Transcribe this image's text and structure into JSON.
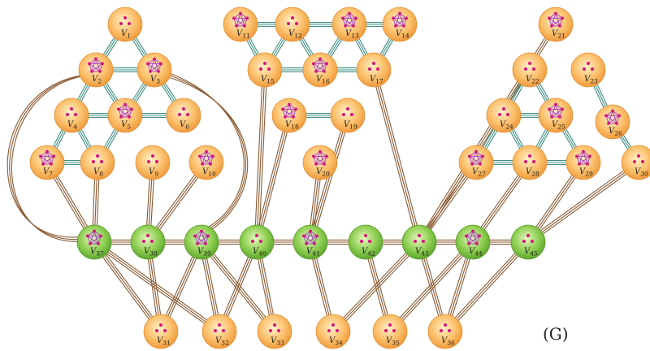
{
  "graph_label": "(G)",
  "vertices": [
    {
      "id": "V1",
      "sub": "1",
      "kind": "orange",
      "inner": "dots"
    },
    {
      "id": "V2",
      "sub": "2",
      "kind": "orange",
      "inner": "penta"
    },
    {
      "id": "V3",
      "sub": "3",
      "kind": "orange",
      "inner": "penta"
    },
    {
      "id": "V4",
      "sub": "4",
      "kind": "orange",
      "inner": "dots"
    },
    {
      "id": "V5",
      "sub": "5",
      "kind": "orange",
      "inner": "penta"
    },
    {
      "id": "V6",
      "sub": "6",
      "kind": "orange",
      "inner": "dots"
    },
    {
      "id": "V7",
      "sub": "7",
      "kind": "orange",
      "inner": "penta"
    },
    {
      "id": "V8",
      "sub": "8",
      "kind": "orange",
      "inner": "dots"
    },
    {
      "id": "V9",
      "sub": "9",
      "kind": "orange",
      "inner": "dots"
    },
    {
      "id": "V10",
      "sub": "10",
      "kind": "orange",
      "inner": "penta"
    },
    {
      "id": "V11",
      "sub": "11",
      "kind": "orange",
      "inner": "penta"
    },
    {
      "id": "V12",
      "sub": "12",
      "kind": "orange",
      "inner": "dots"
    },
    {
      "id": "V13",
      "sub": "13",
      "kind": "orange",
      "inner": "penta"
    },
    {
      "id": "V14",
      "sub": "14",
      "kind": "orange",
      "inner": "penta"
    },
    {
      "id": "V15",
      "sub": "15",
      "kind": "orange",
      "inner": "dots"
    },
    {
      "id": "V16",
      "sub": "16",
      "kind": "orange",
      "inner": "penta"
    },
    {
      "id": "V17",
      "sub": "17",
      "kind": "orange",
      "inner": "dots"
    },
    {
      "id": "V18",
      "sub": "18",
      "kind": "orange",
      "inner": "penta"
    },
    {
      "id": "V19",
      "sub": "19",
      "kind": "orange",
      "inner": "dots"
    },
    {
      "id": "V20",
      "sub": "20",
      "kind": "orange",
      "inner": "penta"
    },
    {
      "id": "V21",
      "sub": "21",
      "kind": "orange",
      "inner": "penta"
    },
    {
      "id": "V22",
      "sub": "22",
      "kind": "orange",
      "inner": "dots"
    },
    {
      "id": "V23",
      "sub": "23",
      "kind": "orange",
      "inner": "dots"
    },
    {
      "id": "V24",
      "sub": "24",
      "kind": "orange",
      "inner": "dots"
    },
    {
      "id": "V25",
      "sub": "25",
      "kind": "orange",
      "inner": "penta"
    },
    {
      "id": "V26",
      "sub": "26",
      "kind": "orange",
      "inner": "penta"
    },
    {
      "id": "V27",
      "sub": "27",
      "kind": "orange",
      "inner": "penta"
    },
    {
      "id": "V28",
      "sub": "28",
      "kind": "orange",
      "inner": "dots"
    },
    {
      "id": "V29",
      "sub": "29",
      "kind": "orange",
      "inner": "penta"
    },
    {
      "id": "V30",
      "sub": "30",
      "kind": "orange",
      "inner": "dots"
    },
    {
      "id": "V31",
      "sub": "31",
      "kind": "orange",
      "inner": "dots"
    },
    {
      "id": "V32",
      "sub": "32",
      "kind": "orange",
      "inner": "dots"
    },
    {
      "id": "V33",
      "sub": "33",
      "kind": "orange",
      "inner": "dots"
    },
    {
      "id": "V34",
      "sub": "34",
      "kind": "orange",
      "inner": "dots"
    },
    {
      "id": "V35",
      "sub": "35",
      "kind": "orange",
      "inner": "dots"
    },
    {
      "id": "V36",
      "sub": "36",
      "kind": "orange",
      "inner": "dots"
    },
    {
      "id": "V37",
      "sub": "37",
      "kind": "green",
      "inner": "penta"
    },
    {
      "id": "V38",
      "sub": "38",
      "kind": "green",
      "inner": "dots"
    },
    {
      "id": "V39",
      "sub": "39",
      "kind": "green",
      "inner": "penta"
    },
    {
      "id": "V40",
      "sub": "40",
      "kind": "green",
      "inner": "dots"
    },
    {
      "id": "V41",
      "sub": "41",
      "kind": "green",
      "inner": "penta"
    },
    {
      "id": "V42",
      "sub": "42",
      "kind": "green",
      "inner": "dots"
    },
    {
      "id": "V43",
      "sub": "43",
      "kind": "green",
      "inner": "dots"
    },
    {
      "id": "V44",
      "sub": "44",
      "kind": "green",
      "inner": "penta"
    },
    {
      "id": "V45",
      "sub": "45",
      "kind": "green",
      "inner": "dots"
    }
  ],
  "teal_edges": [
    [
      "V1",
      "V2"
    ],
    [
      "V1",
      "V3"
    ],
    [
      "V2",
      "V3"
    ],
    [
      "V2",
      "V4"
    ],
    [
      "V2",
      "V5"
    ],
    [
      "V3",
      "V5"
    ],
    [
      "V3",
      "V6"
    ],
    [
      "V4",
      "V5"
    ],
    [
      "V5",
      "V6"
    ],
    [
      "V4",
      "V7"
    ],
    [
      "V4",
      "V8"
    ],
    [
      "V5",
      "V8"
    ],
    [
      "V7",
      "V8"
    ],
    [
      "V11",
      "V12"
    ],
    [
      "V12",
      "V13"
    ],
    [
      "V13",
      "V14"
    ],
    [
      "V11",
      "V15"
    ],
    [
      "V12",
      "V15"
    ],
    [
      "V12",
      "V16"
    ],
    [
      "V13",
      "V16"
    ],
    [
      "V13",
      "V17"
    ],
    [
      "V14",
      "V17"
    ],
    [
      "V15",
      "V16"
    ],
    [
      "V16",
      "V17"
    ],
    [
      "V18",
      "V19"
    ],
    [
      "V22",
      "V24"
    ],
    [
      "V22",
      "V25"
    ],
    [
      "V24",
      "V25"
    ],
    [
      "V24",
      "V27"
    ],
    [
      "V24",
      "V28"
    ],
    [
      "V25",
      "V28"
    ],
    [
      "V25",
      "V29"
    ],
    [
      "V27",
      "V28"
    ],
    [
      "V28",
      "V29"
    ],
    [
      "V23",
      "V26"
    ],
    [
      "V26",
      "V30"
    ]
  ],
  "brown_edges": [
    [
      "V37",
      "V38"
    ],
    [
      "V38",
      "V39"
    ],
    [
      "V39",
      "V40"
    ],
    [
      "V40",
      "V41"
    ],
    [
      "V41",
      "V42"
    ],
    [
      "V42",
      "V43"
    ],
    [
      "V43",
      "V44"
    ],
    [
      "V44",
      "V45"
    ],
    [
      "V7",
      "V37"
    ],
    [
      "V8",
      "V37"
    ],
    [
      "V9",
      "V38"
    ],
    [
      "V10",
      "V38"
    ],
    [
      "V15",
      "V40"
    ],
    [
      "V18",
      "V40"
    ],
    [
      "V20",
      "V41"
    ],
    [
      "V19",
      "V41"
    ],
    [
      "V17",
      "V43"
    ],
    [
      "V21",
      "V43"
    ],
    [
      "V27",
      "V43"
    ],
    [
      "V28",
      "V44"
    ],
    [
      "V29",
      "V45"
    ],
    [
      "V30",
      "V45"
    ],
    [
      "V37",
      "V31"
    ],
    [
      "V37",
      "V32"
    ],
    [
      "V38",
      "V31"
    ],
    [
      "V39",
      "V31"
    ],
    [
      "V39",
      "V32"
    ],
    [
      "V39",
      "V33"
    ],
    [
      "V40",
      "V32"
    ],
    [
      "V40",
      "V33"
    ],
    [
      "V41",
      "V34"
    ],
    [
      "V42",
      "V35"
    ],
    [
      "V43",
      "V34"
    ],
    [
      "V43",
      "V36"
    ],
    [
      "V44",
      "V35"
    ],
    [
      "V44",
      "V36"
    ],
    [
      "V45",
      "V36"
    ]
  ],
  "curved_brown_edges": [
    [
      "V2",
      "V37"
    ],
    [
      "V3",
      "V39"
    ]
  ],
  "colors": {
    "orange_fill": "#f9b15a",
    "orange_light": "#fde7b8",
    "green_fill": "#7cc243",
    "green_light": "#d6f0a8",
    "teal_edge": "#3f8f84",
    "brown_edge": "#8a5a33",
    "dot": "#d6157a",
    "penta": "#a53fc6"
  }
}
